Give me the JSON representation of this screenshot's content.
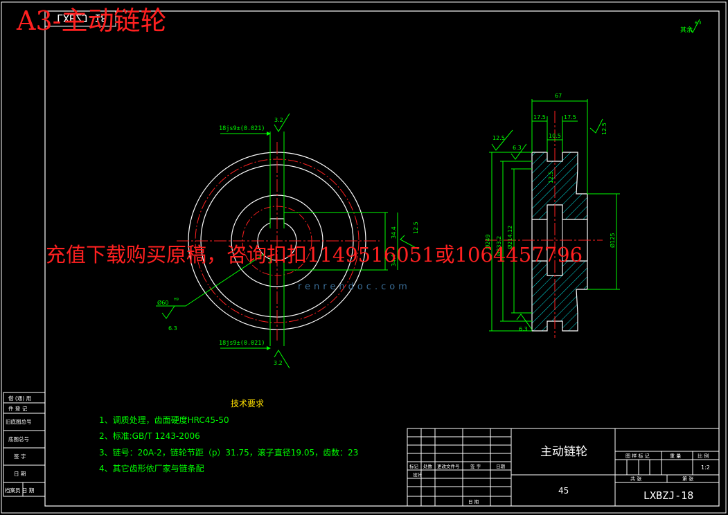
{
  "sheet_title": "A3-主动链轮",
  "mirrored_number": "LXBZJ-18",
  "roughness_note": "其余",
  "roughness_value": "6.3",
  "watermark": "充值下载购买原稿，咨询扣扣1149516051或1064457796",
  "watermark_url": "renrendoc.com",
  "front_view": {
    "keyway_top": "18js9±(0.021)",
    "keyway_bottom": "18js9±(0.021)",
    "ra_top": "3.2",
    "ra_bottom": "3.2",
    "ra_right": "12.5",
    "dim_a": "34.4",
    "dim_b": "34.4",
    "bore_dia": "Ø60",
    "bore_tol": "H9",
    "ra_bore": "6.3"
  },
  "section_view": {
    "width": "67",
    "left_w": "17.5",
    "right_w": "17.5",
    "center_w": "10.5",
    "ra_left": "12.5",
    "ra_mid": "6.3",
    "ra_right": "12.5",
    "ra_inner": "12.5",
    "ra_bottom": "6.3",
    "d1": "Ø249",
    "d2": "Ø233.2",
    "d3": "Ø214.12",
    "d4": "Ø125"
  },
  "tech_req": {
    "title": "技术要求",
    "items": [
      "1、调质处理，齿面硬度HRC45-50",
      "2、标准:GB/T 1243-2006",
      "3、链号：20A-2，链轮节距（p）31.75，滚子直径19.05，齿数：23",
      "4、其它齿形依厂家与链条配"
    ]
  },
  "title_block": {
    "part_name": "主动链轮",
    "material": "45",
    "drawing_no": "LXBZJ-18",
    "scale": "1:2",
    "col_stage": "图 样 标 记",
    "col_weight": "重 量",
    "col_scale": "比 例",
    "sheets_total": "共 张",
    "sheet_no": "第 张",
    "h_mark": "标记",
    "h_count": "处数",
    "h_docno": "更改文件号",
    "h_sign": "签 字",
    "h_date": "日期",
    "h_design": "设计",
    "h_date2": "日 期"
  },
  "left_strip": [
    "借 (通) 用",
    "件 登 记",
    "旧底图总号",
    "底图总号",
    "签 字",
    "日 期",
    "档案员 日 期"
  ]
}
